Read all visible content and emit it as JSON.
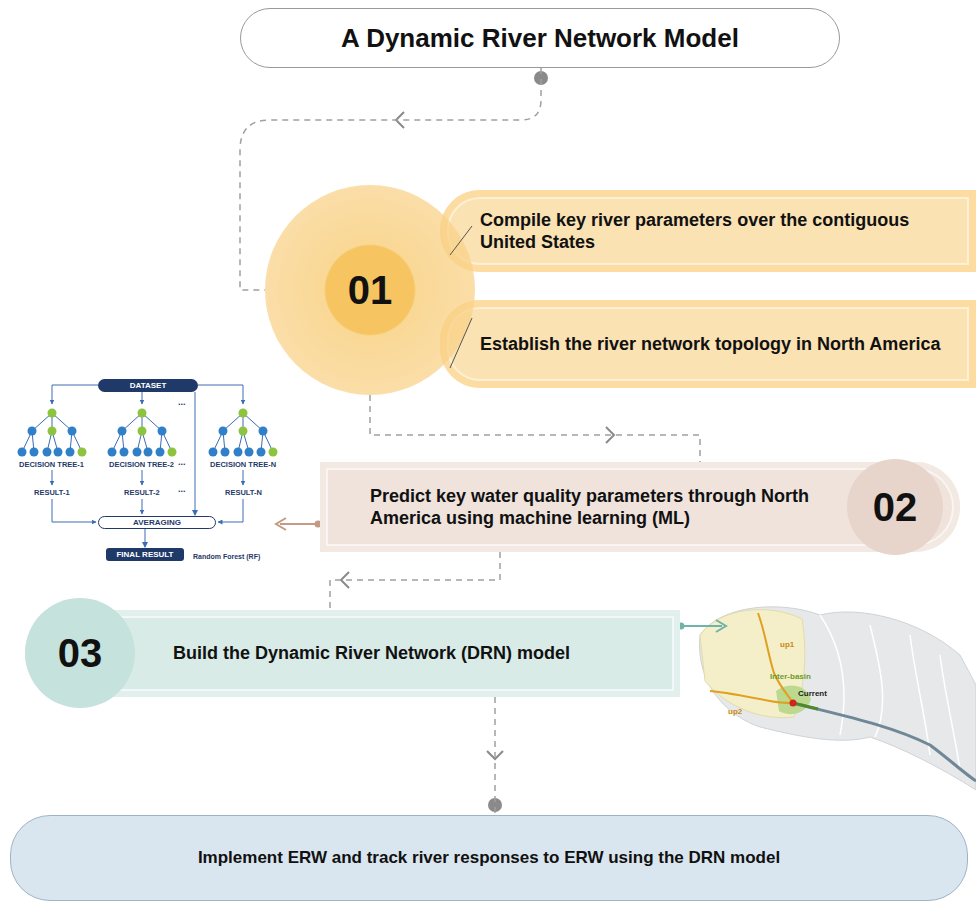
{
  "diagram": {
    "nodes": [
      {
        "text": [
          "A Dynamic River Network Model"
        ]
      },
      {
        "text": [
          "01"
        ]
      },
      {
        "text": [
          "Compile key river parameters over the contiguous United States"
        ]
      },
      {
        "text": [
          "Establish the river network topology in North America"
        ]
      },
      {
        "text": [
          "DATASET"
        ]
      },
      {
        "text": [
          "AVERAGING"
        ]
      },
      {
        "text": [
          "FINAL RESULT"
        ]
      },
      {
        "text": [
          "Predict key water quality parameters through North America using machine learning (ML)"
        ]
      },
      {
        "text": [
          "02"
        ],
        "in": 7
      },
      {
        "text": [
          "Build the Dynamic River Network (DRN) model"
        ]
      },
      {
        "text": [
          "03"
        ],
        "in": 9
      },
      {
        "text": [
          "Implement ERW and track river responses to ERW using the DRN model"
        ]
      }
    ],
    "edges": [
      {
        "from": 0,
        "to": 1,
        "arrow": "none"
      },
      {
        "from": 1,
        "to": 7,
        "arrow": "none"
      },
      {
        "from": 7,
        "to": 9,
        "arrow": "none"
      },
      {
        "from": 9,
        "to": 11,
        "arrow": "none"
      },
      {
        "from": 4,
        "to": 5,
        "arrow": "to"
      },
      {
        "from": 5,
        "to": 6,
        "arrow": "to"
      }
    ],
    "labels": [
      "DECISION TREE-1",
      "DECISION TREE-2",
      "...",
      "DECISION TREE-N",
      "RESULT-1",
      "RESULT-2",
      "...",
      "RESULT-N",
      "...",
      "Random Forest (RF)",
      "up1",
      "up2",
      "Inter-basin",
      "Current"
    ]
  }
}
